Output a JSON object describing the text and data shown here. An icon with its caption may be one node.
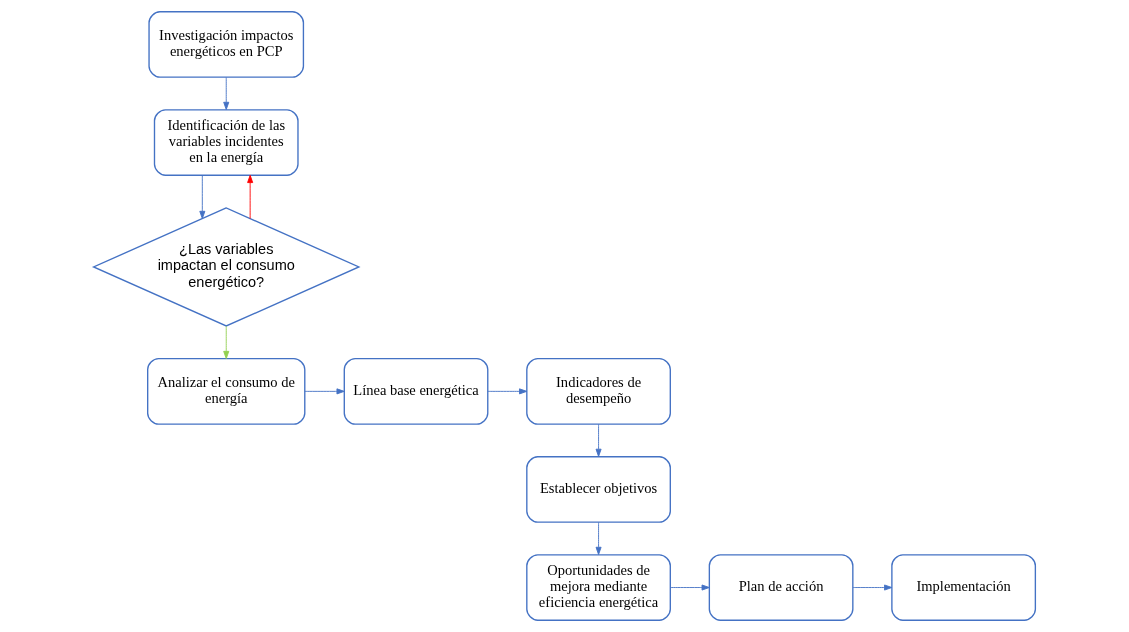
{
  "diagram": {
    "nodes": [
      {
        "text": [
          "Investigación impactos energéticos en PCP"
        ]
      },
      {
        "text": [
          "Identificación de las variables incidentes en la energía"
        ]
      },
      {
        "text": [
          "¿Las variables impactan el consumo energético?"
        ]
      },
      {
        "text": [
          "Analizar el consumo de energía"
        ]
      },
      {
        "text": [
          "Línea base energética"
        ]
      },
      {
        "text": [
          "Indicadores de desempeño"
        ]
      },
      {
        "text": [
          "Establecer objetivos"
        ]
      },
      {
        "text": [
          "Oportunidades de mejora mediante eficiencia energética"
        ]
      },
      {
        "text": [
          "Plan de acción"
        ]
      },
      {
        "text": [
          "Implementación"
        ]
      }
    ],
    "edges": [
      {
        "from": 0,
        "to": 1,
        "arrow": "to"
      },
      {
        "from": 1,
        "to": 2,
        "arrow": "to"
      },
      {
        "from": 2,
        "to": 1,
        "arrow": "to",
        "color": "#ff0000"
      },
      {
        "from": 2,
        "to": 3,
        "arrow": "to",
        "color": "#92d050"
      },
      {
        "from": 3,
        "to": 4,
        "arrow": "to"
      },
      {
        "from": 4,
        "to": 5,
        "arrow": "to"
      },
      {
        "from": 5,
        "to": 6,
        "arrow": "to"
      },
      {
        "from": 6,
        "to": 7,
        "arrow": "to"
      },
      {
        "from": 7,
        "to": 8,
        "arrow": "to"
      },
      {
        "from": 8,
        "to": 9,
        "arrow": "to"
      }
    ]
  }
}
